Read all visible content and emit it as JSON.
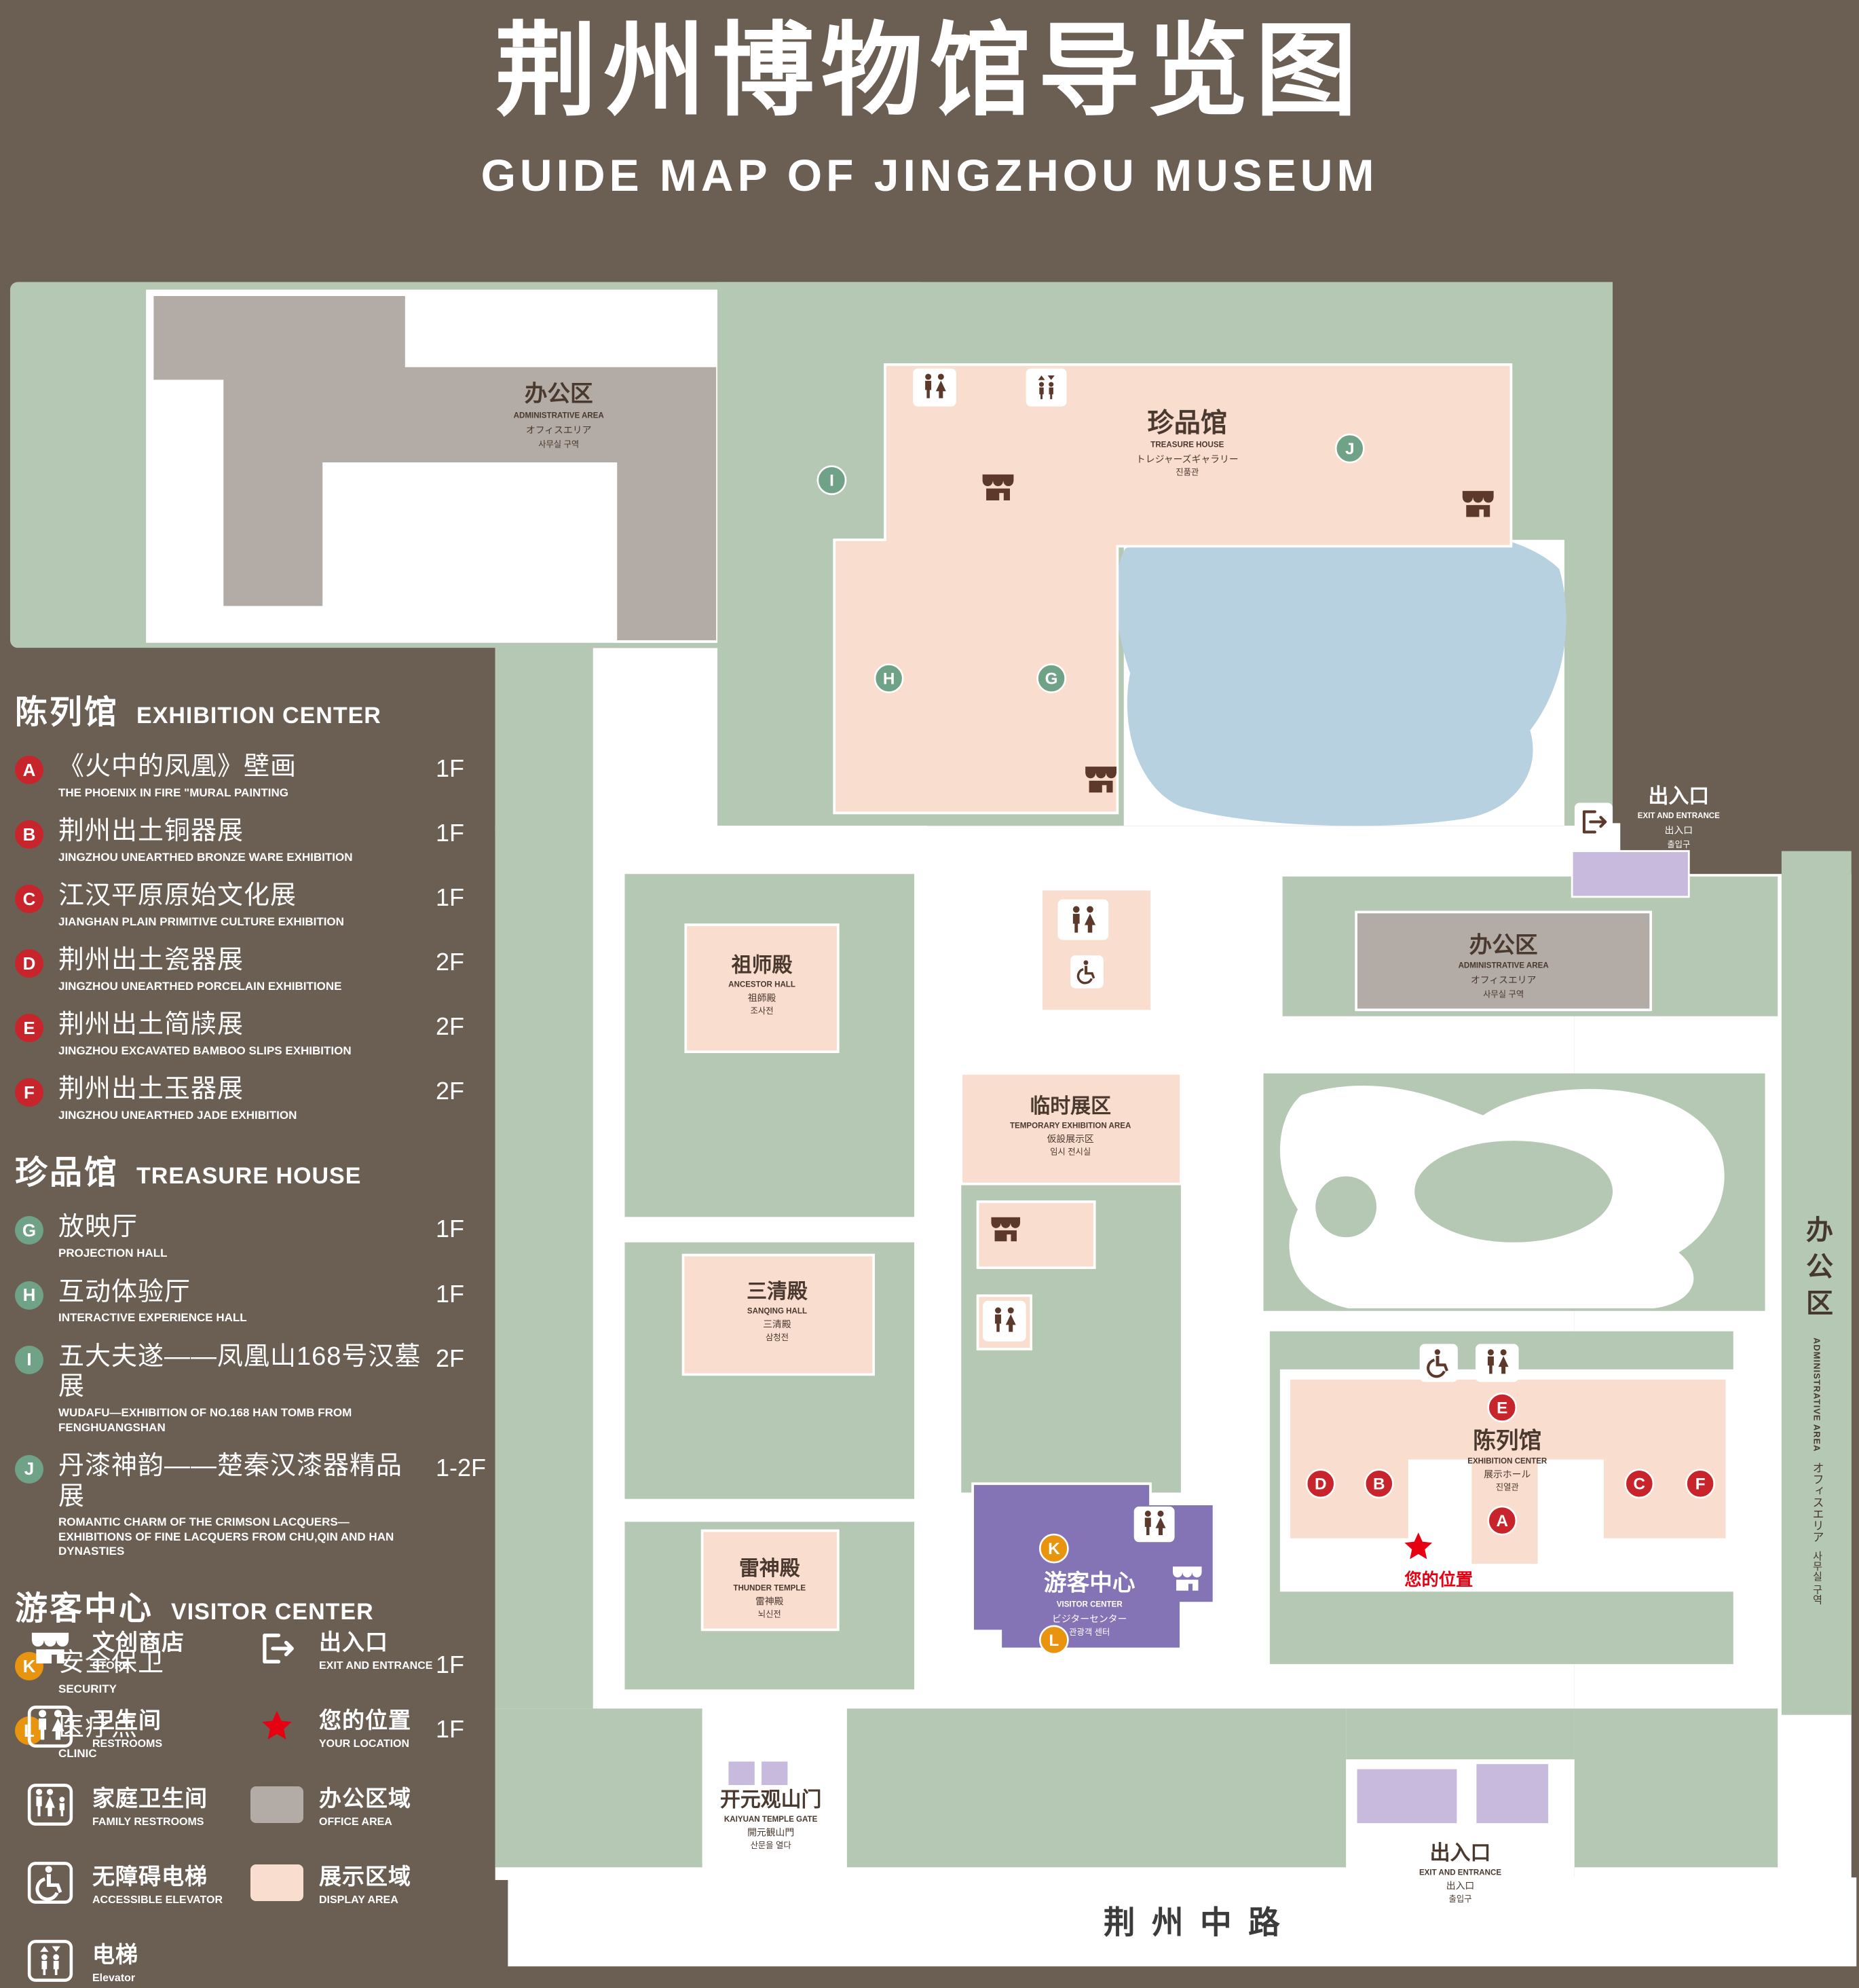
{
  "header": {
    "title": "荆州博物馆导览图",
    "subtitle": "GUIDE MAP OF JINGZHOU MUSEUM"
  },
  "colors": {
    "background": "#6B5E53",
    "green_area": "#B5C8B3",
    "display_area": "#F9DDCF",
    "office_area": "#B3ABA6",
    "visitor_center_purple": "#8474B6",
    "light_purple": "#C7BADC",
    "water": "#B7D1E1",
    "path_white": "#FFFFFF",
    "marker_red": "#C8242B",
    "marker_green": "#6FA287",
    "marker_orange": "#E8940F",
    "icon_brown": "#5D392C",
    "label_dark": "#4A392E",
    "your_location_red": "#E60012"
  },
  "legend": {
    "sections": [
      {
        "heading_zh": "陈列馆",
        "heading_en": "EXHIBITION CENTER",
        "items": [
          {
            "letter": "A",
            "zh": "《火中的凤凰》壁画",
            "en": "THE PHOENIX IN FIRE \"MURAL PAINTING",
            "floor": "1F"
          },
          {
            "letter": "B",
            "zh": "荆州出土铜器展",
            "en": "JINGZHOU UNEARTHED BRONZE WARE EXHIBITION",
            "floor": "1F"
          },
          {
            "letter": "C",
            "zh": "江汉平原原始文化展",
            "en": "JIANGHAN PLAIN PRIMITIVE CULTURE EXHIBITION",
            "floor": "1F"
          },
          {
            "letter": "D",
            "zh": "荆州出土瓷器展",
            "en": "JINGZHOU UNEARTHED PORCELAIN EXHIBITIONE",
            "floor": "2F"
          },
          {
            "letter": "E",
            "zh": "荆州出土简牍展",
            "en": "JINGZHOU EXCAVATED BAMBOO SLIPS EXHIBITION",
            "floor": "2F"
          },
          {
            "letter": "F",
            "zh": "荆州出土玉器展",
            "en": "JINGZHOU UNEARTHED JADE EXHIBITION",
            "floor": "2F"
          }
        ]
      },
      {
        "heading_zh": "珍品馆",
        "heading_en": "TREASURE HOUSE",
        "items": [
          {
            "letter": "G",
            "zh": "放映厅",
            "en": "PROJECTION HALL",
            "floor": "1F"
          },
          {
            "letter": "H",
            "zh": "互动体验厅",
            "en": "INTERACTIVE EXPERIENCE HALL",
            "floor": "1F"
          },
          {
            "letter": "I",
            "zh": "五大夫遂——凤凰山168号汉墓展",
            "en": "WUDAFU—EXHIBITION OF NO.168 HAN TOMB FROM FENGHUANGSHAN",
            "floor": "2F"
          },
          {
            "letter": "J",
            "zh": "丹漆神韵——楚秦汉漆器精品展",
            "en": "ROMANTIC CHARM OF THE CRIMSON LACQUERS—EXHIBITIONS OF FINE LACQUERS FROM CHU,QIN AND HAN DYNASTIES",
            "floor": "1-2F"
          }
        ]
      },
      {
        "heading_zh": "游客中心",
        "heading_en": "VISITOR CENTER",
        "items": [
          {
            "letter": "K",
            "zh": "安全保卫",
            "en": "SECURITY",
            "floor": "1F"
          },
          {
            "letter": "L",
            "zh": "医疗点",
            "en": "CLINIC",
            "floor": "1F"
          }
        ]
      }
    ],
    "symbols": [
      {
        "zh": "文创商店",
        "en": "STORE"
      },
      {
        "zh": "出入口",
        "en": "EXIT AND ENTRANCE"
      },
      {
        "zh": "卫生间",
        "en": "RESTROOMS"
      },
      {
        "zh": "您的位置",
        "en": "YOUR LOCATION"
      },
      {
        "zh": "家庭卫生间",
        "en": "FAMILY RESTROOMS"
      },
      {
        "zh": "办公区域",
        "en": "OFFICE AREA"
      },
      {
        "zh": "无障碍电梯",
        "en": "ACCESSIBLE ELEVATOR"
      },
      {
        "zh": "展示区域",
        "en": "DISPLAY AREA"
      },
      {
        "zh": "电梯",
        "en": "Elevator"
      }
    ]
  },
  "map": {
    "buildings": {
      "admin_top": {
        "zh": "办公区",
        "en": "ADMINISTRATIVE AREA",
        "ja": "オフィスエリア",
        "ko": "사무실 구역"
      },
      "treasure_house": {
        "zh": "珍品馆",
        "en": "TREASURE HOUSE",
        "ja": "トレジャーズギャラリー",
        "ko": "진품관"
      },
      "admin_mid": {
        "zh": "办公区",
        "en": "ADMINISTRATIVE AREA",
        "ja": "オフィスエリア",
        "ko": "사무실 구역"
      },
      "admin_right": {
        "zh": "办公区",
        "en": "ADMINISTRATIVE AREA",
        "ja": "オフィスエリア",
        "ko": "사무실 구역"
      },
      "ancestor_hall": {
        "zh": "祖师殿",
        "en": "ANCESTOR HALL",
        "ja": "祖師殿",
        "ko": "조사전"
      },
      "temporary_exhibition": {
        "zh": "临时展区",
        "en": "TEMPORARY EXHIBITION AREA",
        "ja": "仮設展示区",
        "ko": "임시 전시실"
      },
      "sanqing_hall": {
        "zh": "三清殿",
        "en": "SANQING HALL",
        "ja": "三清殿",
        "ko": "삼청전"
      },
      "thunder_temple": {
        "zh": "雷神殿",
        "en": "THUNDER TEMPLE",
        "ja": "雷神殿",
        "ko": "뇌신전"
      },
      "visitor_center": {
        "zh": "游客中心",
        "en": "VISITOR CENTER",
        "ja": "ビジターセンター",
        "ko": "관광객 센터"
      },
      "exhibition_center": {
        "zh": "陈列馆",
        "en": "EXHIBITION CENTER",
        "ja": "展示ホール",
        "ko": "진열관"
      },
      "kaiyuan_gate": {
        "zh": "开元观山门",
        "en": "KAIYUAN TEMPLE GATE",
        "ja": "開元観山門",
        "ko": "산문을 열다"
      }
    },
    "exits": {
      "right": {
        "zh": "出入口",
        "en": "EXIT AND ENTRANCE",
        "ja": "出入口",
        "ko": "출입구"
      },
      "bottom": {
        "zh": "出入口",
        "en": "EXIT AND ENTRANCE",
        "ja": "出入口",
        "ko": "출입구"
      }
    },
    "labels": {
      "your_location": "您的位置",
      "road": "荆州中路"
    },
    "markers": [
      {
        "letter": "I",
        "color": "#6FA287"
      },
      {
        "letter": "J",
        "color": "#6FA287"
      },
      {
        "letter": "H",
        "color": "#6FA287"
      },
      {
        "letter": "G",
        "color": "#6FA287"
      },
      {
        "letter": "E",
        "color": "#C8242B"
      },
      {
        "letter": "D",
        "color": "#C8242B"
      },
      {
        "letter": "B",
        "color": "#C8242B"
      },
      {
        "letter": "C",
        "color": "#C8242B"
      },
      {
        "letter": "F",
        "color": "#C8242B"
      },
      {
        "letter": "A",
        "color": "#C8242B"
      },
      {
        "letter": "K",
        "color": "#E8940F"
      },
      {
        "letter": "L",
        "color": "#E8940F"
      }
    ]
  }
}
